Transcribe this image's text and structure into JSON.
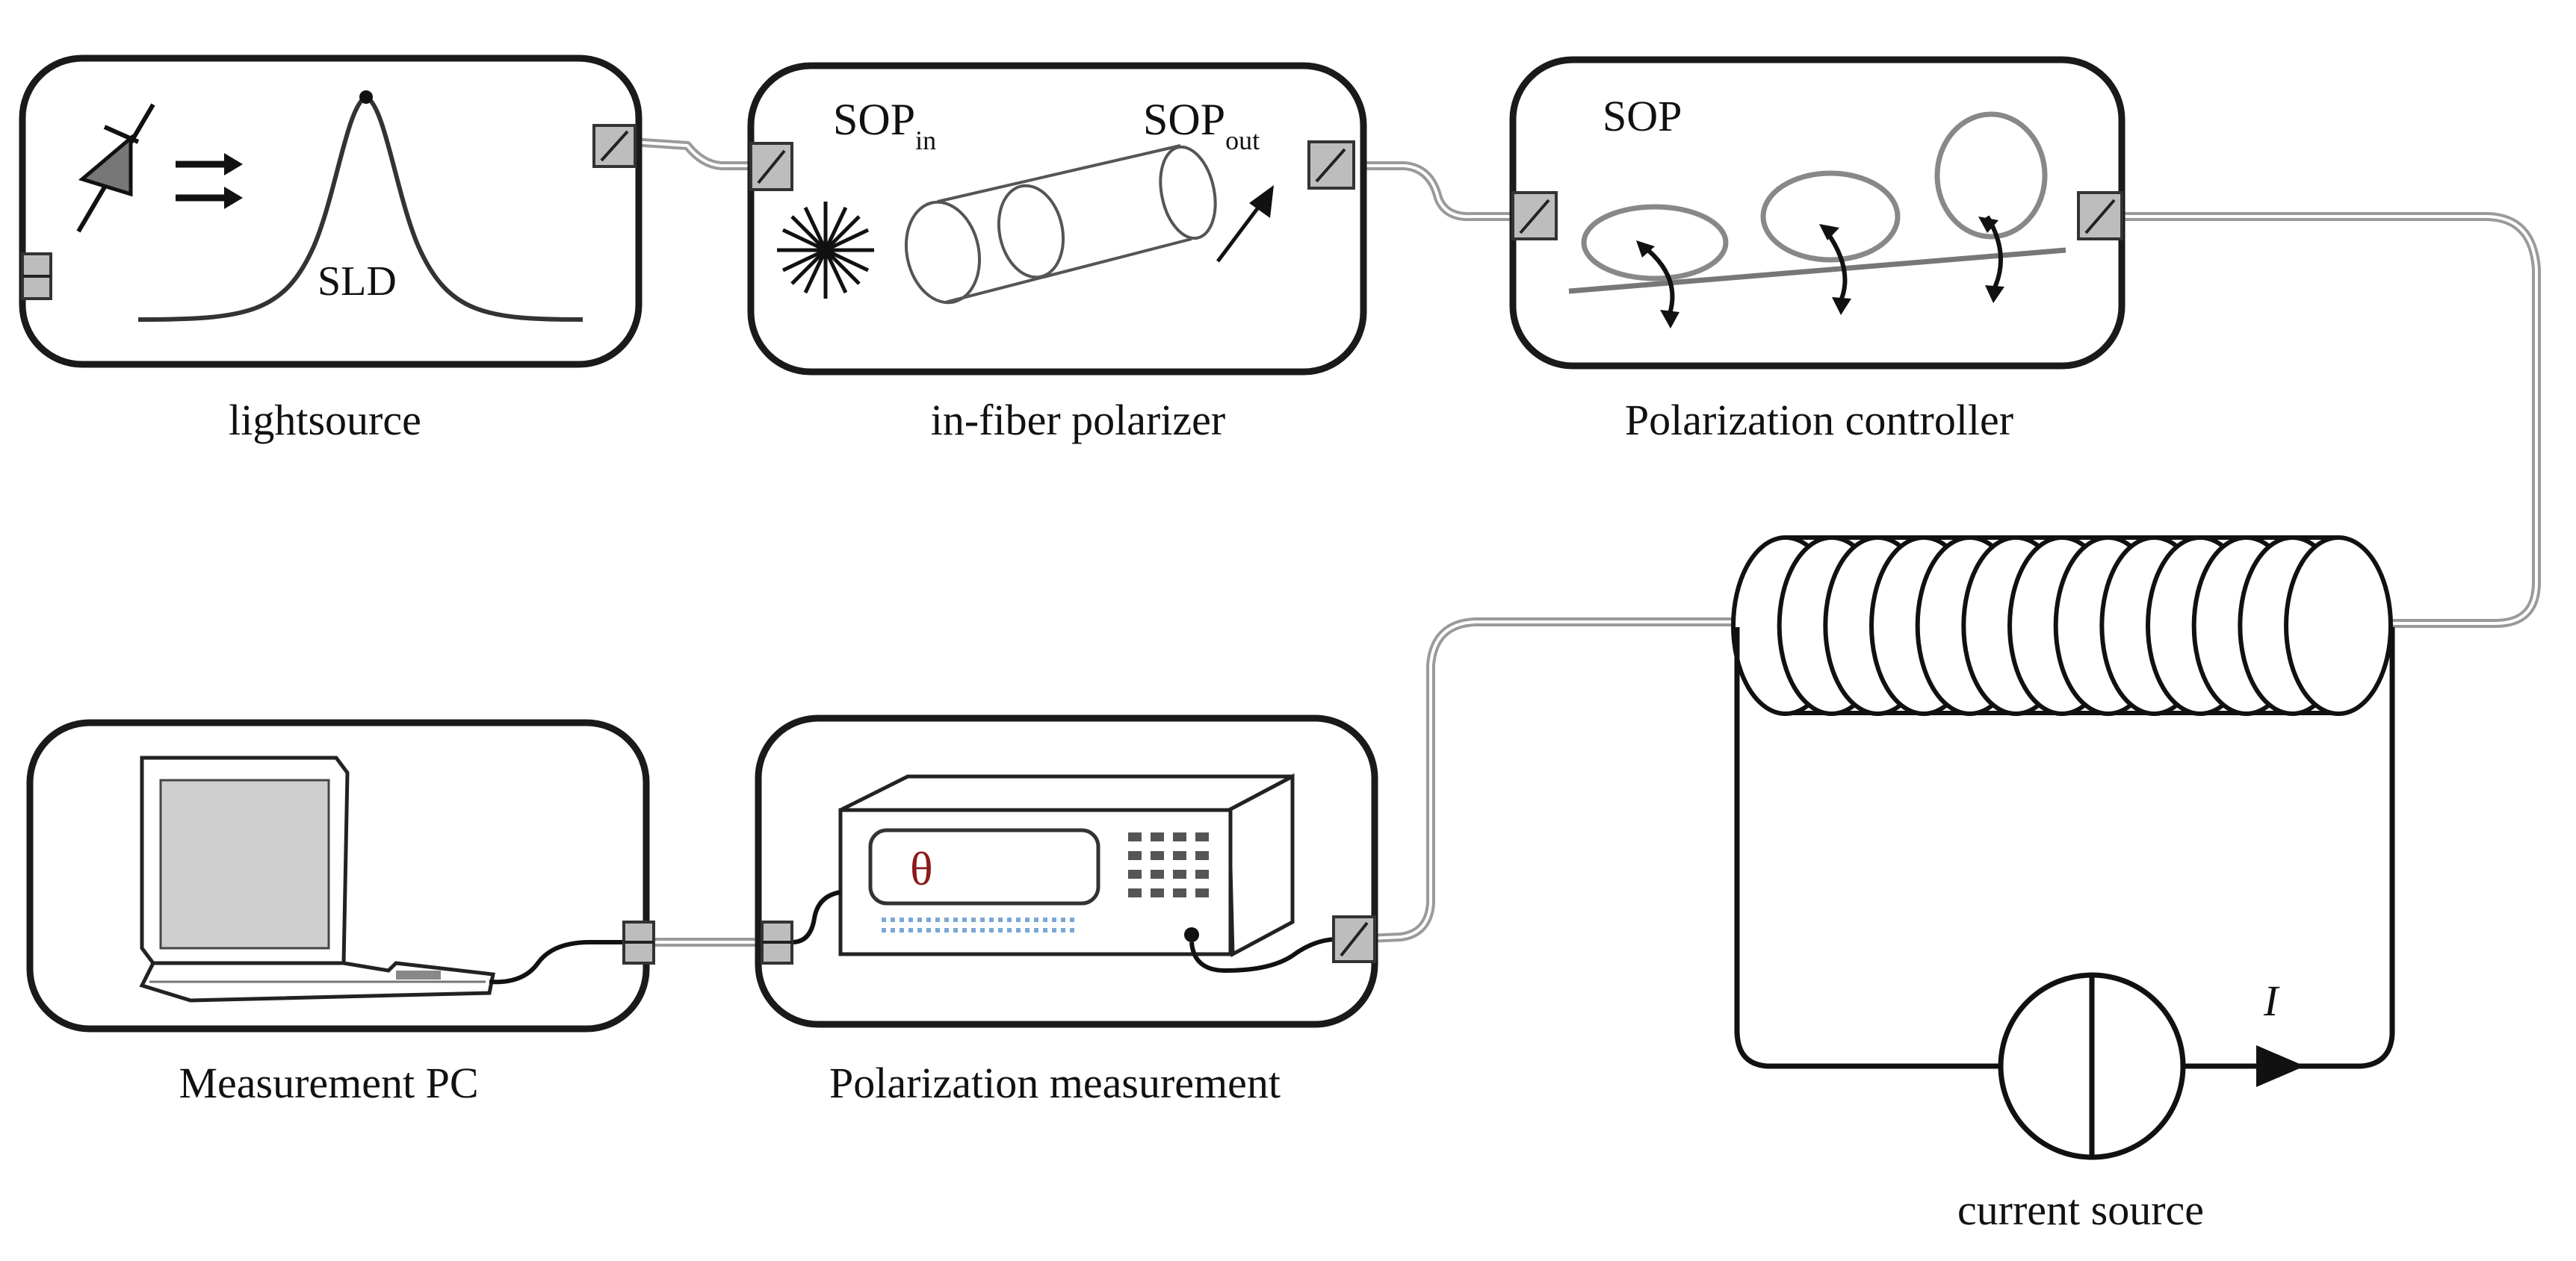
{
  "blocks": {
    "lightsource": {
      "caption": "lightsource",
      "inner_label": "SLD"
    },
    "polarizer": {
      "caption": "in-fiber polarizer",
      "sop_in": "SOP",
      "sop_in_sub": "in",
      "sop_out": "SOP",
      "sop_out_sub": "out"
    },
    "controller": {
      "caption": "Polarization controller",
      "inner_label": "SOP"
    },
    "measurement": {
      "caption": "Polarization measurement",
      "display_symbol": "θ"
    },
    "pc": {
      "caption": "Measurement PC"
    },
    "current": {
      "caption": "current source",
      "current_symbol": "I"
    }
  },
  "colors": {
    "fiber": "#9a9a9a",
    "theta": "#8b1a1a",
    "speaker_dots": "#7aa7d6"
  },
  "coil": {
    "turns": 13
  }
}
